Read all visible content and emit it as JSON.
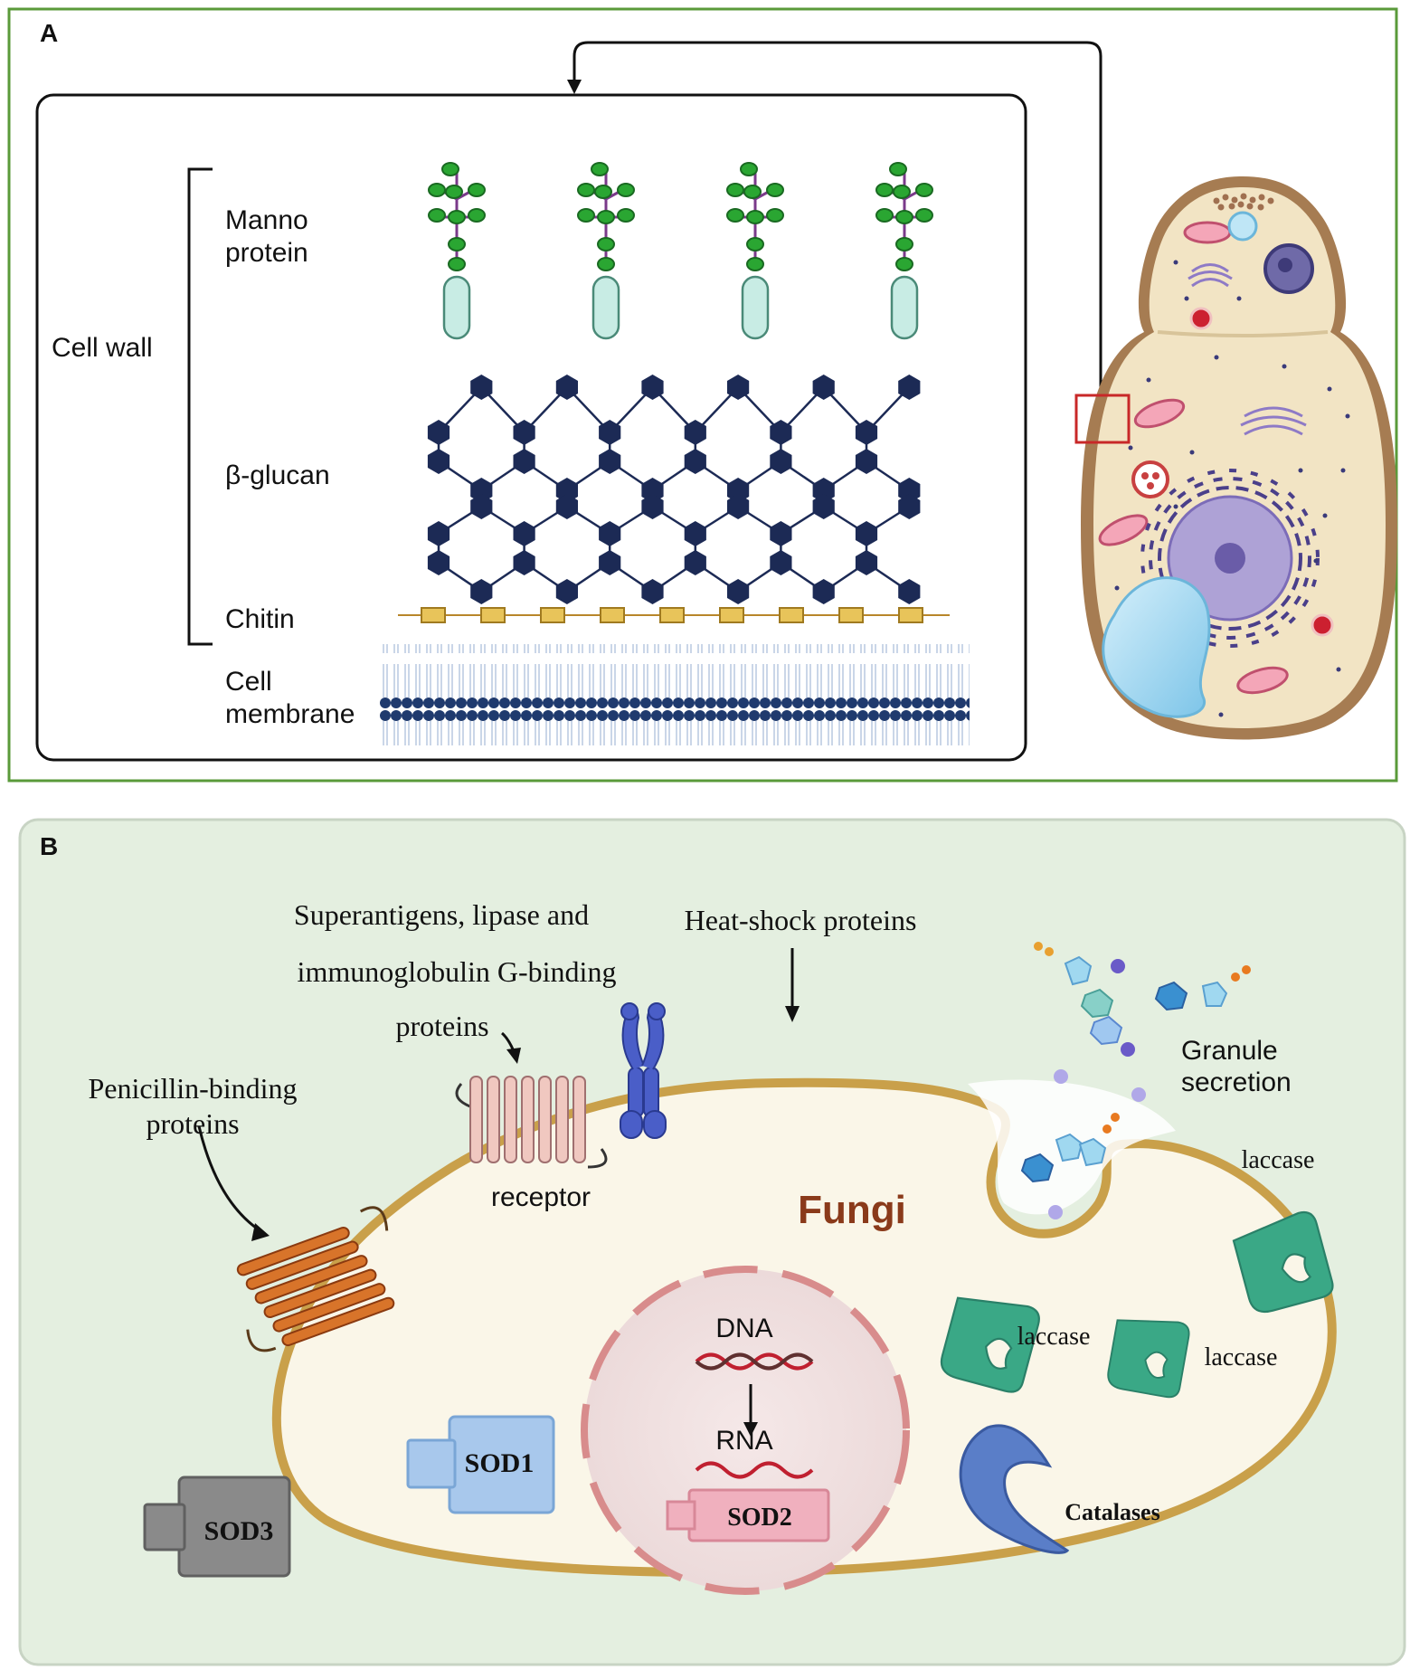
{
  "panel_a": {
    "letter": "A",
    "cell_wall": "Cell wall",
    "manno_line1": "Manno",
    "manno_line2": "protein",
    "glucan": "β-glucan",
    "chitin": "Chitin",
    "membrane_line1": "Cell",
    "membrane_line2": "membrane"
  },
  "panel_b": {
    "letter": "B",
    "superantigens_line1": "Superantigens, lipase and",
    "superantigens_line2": "immunoglobulin G-binding",
    "superantigens_line3": "proteins",
    "heat_shock": "Heat-shock proteins",
    "granule_line1": "Granule",
    "granule_line2": "secretion",
    "penicillin_line1": "Penicillin-binding",
    "penicillin_line2": "proteins",
    "receptor": "receptor",
    "fungi": "Fungi",
    "laccase_1": "laccase",
    "laccase_2": "laccase",
    "laccase_3": "laccase",
    "dna": "DNA",
    "rna": "RNA",
    "sod1": "SOD1",
    "sod2": "SOD2",
    "sod3": "SOD3",
    "catalases": "Catalases"
  },
  "colors": {
    "panel_a_border": "#5a9a3a",
    "mannose_green": "#2aa632",
    "glucan_navy": "#1c2a55",
    "chitin_gold": "#e8c45a",
    "fungi_title": "#8a3a1a",
    "laccase_teal": "#3aa886",
    "cell_wall_tan": "#a8845a",
    "panel_b_bg": "#e4efe0"
  }
}
